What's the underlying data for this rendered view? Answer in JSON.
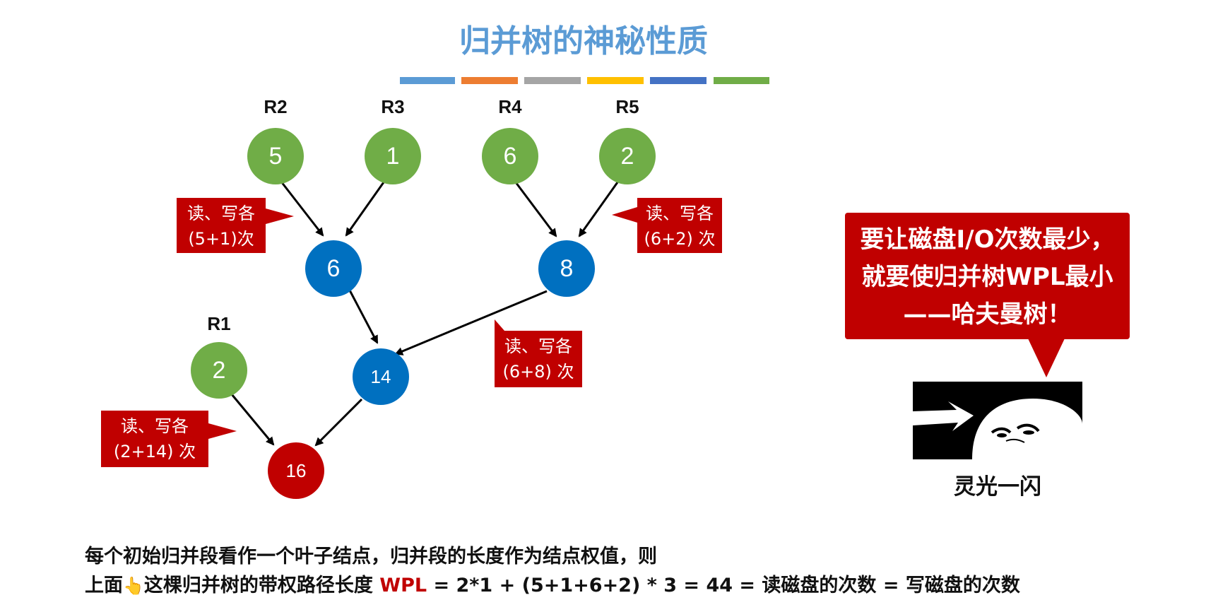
{
  "title": "归并树的神秘性质",
  "title_bar_colors": [
    "#5b9bd5",
    "#ed7d31",
    "#a5a5a5",
    "#ffc000",
    "#4472c4",
    "#70ad47"
  ],
  "run_labels": {
    "r1": "R1",
    "r2": "R2",
    "r3": "R3",
    "r4": "R4",
    "r5": "R5"
  },
  "nodes": {
    "r2": "5",
    "r3": "1",
    "r4": "6",
    "r5": "2",
    "r1": "2",
    "m1": "6",
    "m2": "8",
    "m3": "14",
    "root": "16"
  },
  "node_colors": {
    "leaf": "#70ad47",
    "internal": "#0070c0",
    "root": "#c00000"
  },
  "callouts": {
    "c1": {
      "line1": "读、写各",
      "line2": "(5+1)次"
    },
    "c2": {
      "line1": "读、写各",
      "line2": "(6+2) 次"
    },
    "c3": {
      "line1": "读、写各",
      "line2": "(6+8) 次"
    },
    "c4": {
      "line1": "读、写各",
      "line2": "(2+14) 次"
    }
  },
  "insight": {
    "line1": "要让磁盘I/O次数最少，",
    "line2": "就要使归并树WPL最小",
    "line3": "——哈夫曼树！"
  },
  "meme_caption": "灵光一闪",
  "bottom": {
    "line1": "每个初始归并段看作一个叶子结点，归并段的长度作为结点权值，则",
    "line2_prefix": "上面",
    "hand_icon": "pointing-hand",
    "line2_mid": "这棵归并树的带权路径长度 ",
    "wpl": "WPL",
    "line2_suffix": " =  2*1 + (5+1+6+2) * 3 =  44  = 读磁盘的次数 = 写磁盘的次数"
  }
}
